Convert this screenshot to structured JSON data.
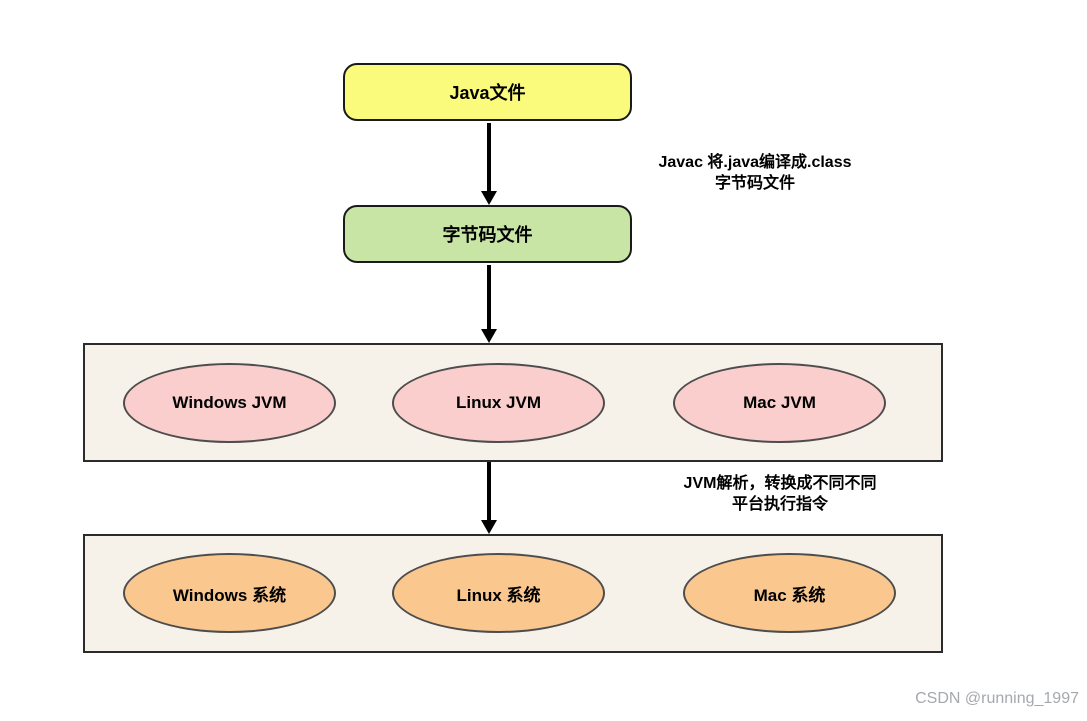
{
  "colors": {
    "node_yellow": "#FAFA7D",
    "node_green": "#C9E5A5",
    "ellipse_pink": "#F9CECD",
    "ellipse_orange": "#FAC78F",
    "group_bg": "#F7F2E9",
    "watermark_gray": "#A5A9AD"
  },
  "nodes": {
    "java_file": "Java文件",
    "bytecode_file": "字节码文件"
  },
  "annotations": {
    "javac_line1": "Javac 将.java编译成.class",
    "javac_line2": "字节码文件",
    "jvm_line1": "JVM解析，转换成不同不同",
    "jvm_line2": "平台执行指令"
  },
  "jvm_layer": [
    "Windows JVM",
    "Linux JVM",
    "Mac JVM"
  ],
  "os_layer": [
    "Windows 系统",
    "Linux 系统",
    "Mac 系统"
  ],
  "watermark": "CSDN @running_1997"
}
